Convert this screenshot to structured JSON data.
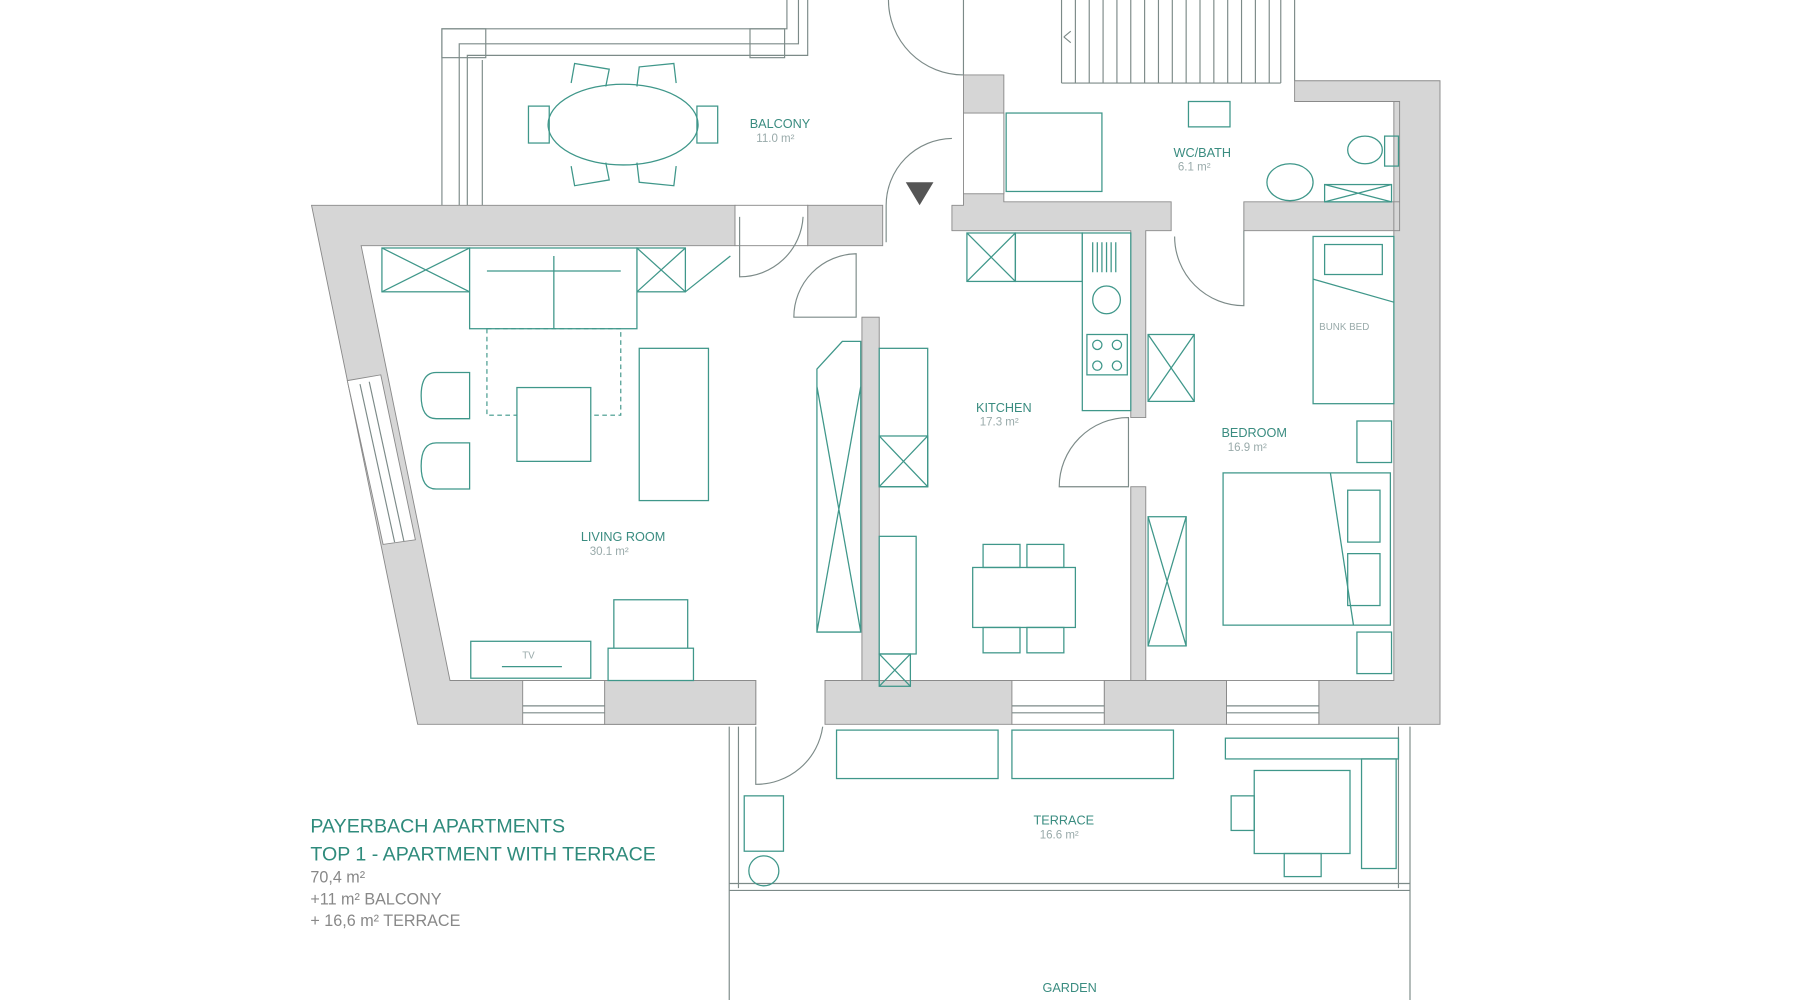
{
  "title": {
    "line1": "PAYERBACH APARTMENTS",
    "line2": "TOP 1 - APARTMENT WITH TERRACE",
    "area": "70,4 m²",
    "balcony": "+11 m² BALCONY",
    "terrace": "+ 16,6 m² TERRACE"
  },
  "rooms": {
    "balcony": {
      "name": "BALCONY",
      "area": "11.0 m²"
    },
    "wc_bath": {
      "name": "WC/BATH",
      "area": "6.1 m²"
    },
    "kitchen": {
      "name": "KITCHEN",
      "area": "17.3 m²"
    },
    "bedroom": {
      "name": "BEDROOM",
      "area": "16.9 m²"
    },
    "living_room": {
      "name": "LIVING ROOM",
      "area": "30.1 m²"
    },
    "terrace": {
      "name": "TERRACE",
      "area": "16.6 m²"
    },
    "garden": {
      "name": "GARDEN"
    }
  },
  "furniture_labels": {
    "bunk_bed": "BUNK BED",
    "tv": "TV"
  },
  "colors": {
    "accent": "#2f8b7c",
    "wall": "#d6d6d6"
  }
}
